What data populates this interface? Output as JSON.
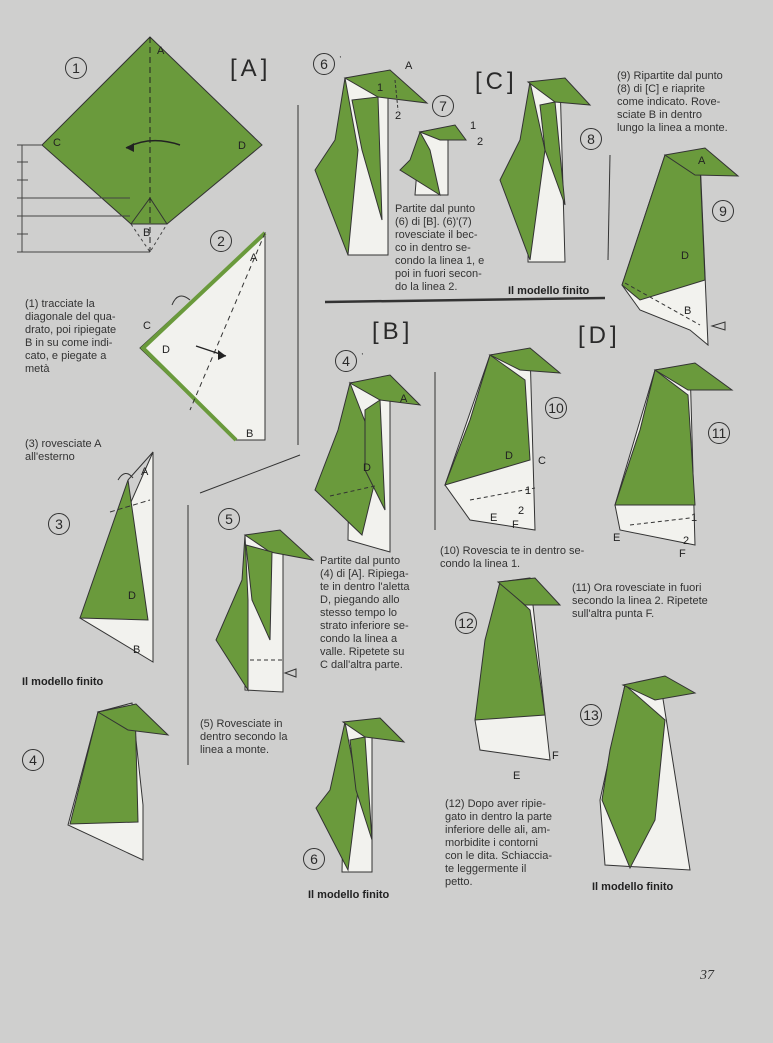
{
  "sections": {
    "a": "A",
    "b": "B",
    "c": "C",
    "d": "D"
  },
  "steps": {
    "s1": "1",
    "s2": "2",
    "s3": "3",
    "s4": "4",
    "s5": "5",
    "s6": "6",
    "s7": "7",
    "s8": "8",
    "s9": "9",
    "s10": "10",
    "s11": "11",
    "s12": "12",
    "s13": "13",
    "s4p": "4",
    "s6p": "6",
    "s6b": "6"
  },
  "texts": {
    "t1": "(1) tracciate la\ndiagonale del qua-\ndrato, poi ripiegate\nB in su come indi-\ncato, e piegate a\nmetà",
    "t3": "(3) rovesciate A\nall'esterno",
    "t5": "(5) Rovesciate in\ndentro secondo la\nlinea a monte.",
    "tB": "Partite dal punto\n(4) di [A]. Ripiega-\nte in dentro l'aletta\nD, piegando allo\nstesso tempo lo\nstrato inferiore se-\ncondo la linea a\nvalle. Ripetete su\nC dall'altra parte.",
    "tC": "Partite dal punto\n(6) di [B]. (6)'(7)\nrovesciate il bec-\nco in dentro se-\ncondo la linea 1, e\npoi in fuori secon-\ndo la linea 2.",
    "t9": "(9) Ripartite dal punto\n(8) di [C] e riaprite\ncome indicato. Rove-\nsciate B in dentro\nlungo la linea a monte.",
    "t10": "(10) Rovescia te in dentro se-\ncondo la linea 1.",
    "t11": "(11) Ora rovesciate in fuori\nsecondo la linea 2. Ripetete\nsull'altra punta F.",
    "t12": "(12) Dopo aver ripie-\ngato in dentro la parte\ninferiore delle ali, am-\nmorbidite i contorni\ncon le dita. Schiaccia-\nte leggermente il\npetto."
  },
  "finished": {
    "f1": "Il modello finito",
    "f2": "Il modello finito",
    "f3": "Il modello finito",
    "f4": "Il modello finito"
  },
  "labels": {
    "A": "A",
    "B": "B",
    "C": "C",
    "D": "D",
    "E": "E",
    "F": "F",
    "one": "1",
    "two": "2"
  },
  "page_number": "37",
  "colors": {
    "paper_green": "#6a9a3c",
    "dark_green": "#4f7a2a",
    "line": "#333333",
    "page": "#cfcfce"
  }
}
